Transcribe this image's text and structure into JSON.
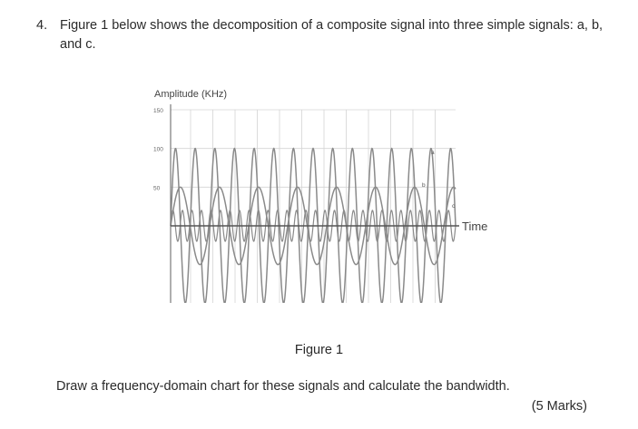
{
  "question": {
    "number": "4.",
    "text": "Figure 1 below shows the decomposition of a composite signal into three simple signals: a, b, and c."
  },
  "chart_data": {
    "type": "line",
    "ylabel": "Amplitude (KHz)",
    "xlabel": "Time",
    "yticks": [
      "150",
      "100",
      "50"
    ],
    "ylim": [
      -150,
      150
    ],
    "grid": true,
    "series": [
      {
        "name": "a",
        "amplitude": 100,
        "cycles": 14.5
      },
      {
        "name": "b",
        "amplitude": 50,
        "cycles": 7.3
      },
      {
        "name": "c",
        "amplitude": 20,
        "cycles": 30
      }
    ],
    "colors": {
      "lines": "#8a8a8a",
      "grid": "#d4d4d4",
      "axis": "#7a7a7a"
    }
  },
  "figure_caption": "Figure 1",
  "instruction": "Draw a frequency-domain chart for these signals and calculate the bandwidth.",
  "marks": "(5 Marks)"
}
